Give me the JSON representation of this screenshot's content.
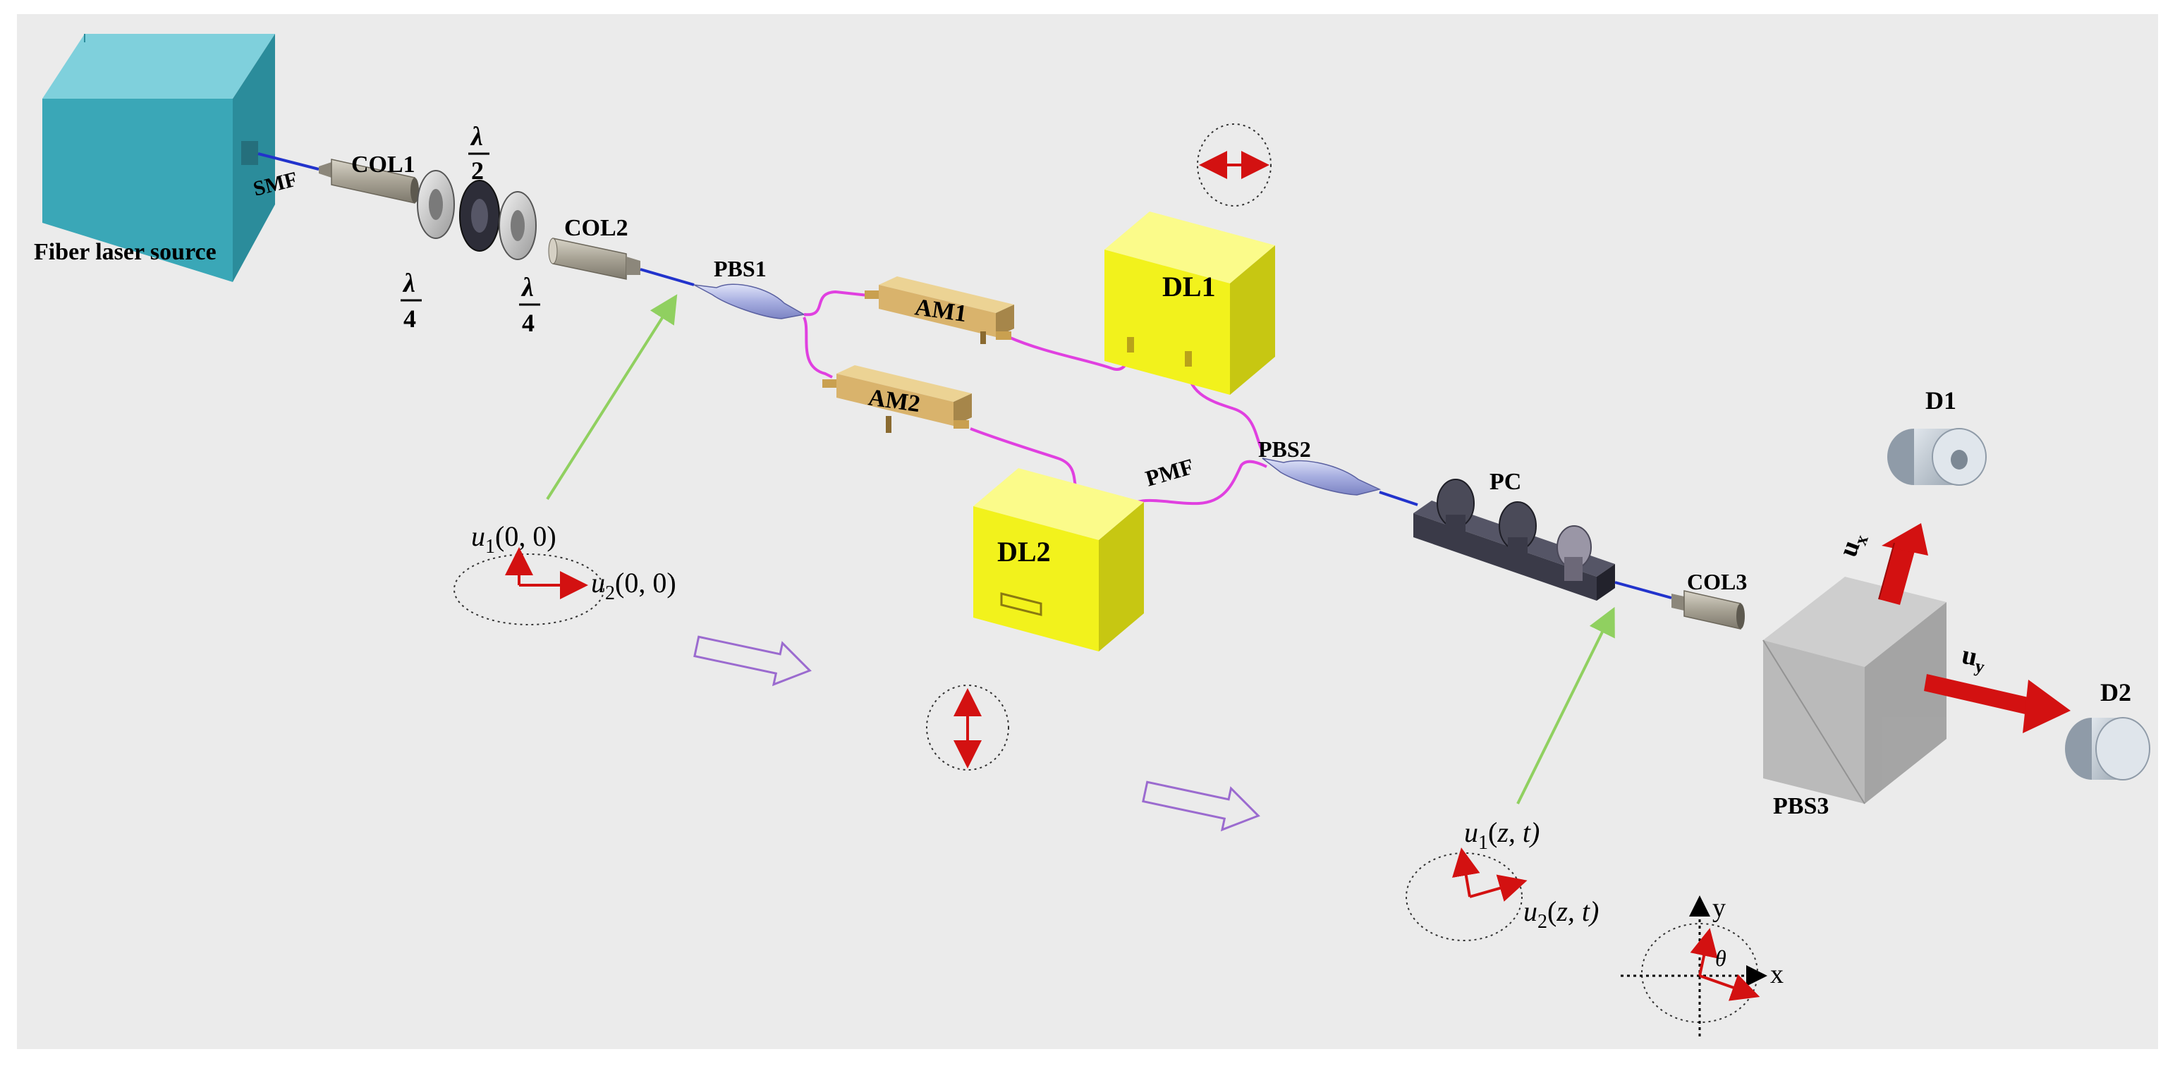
{
  "labels": {
    "source": "Fiber laser source",
    "smf": "SMF",
    "col1": "COL1",
    "col2": "COL2",
    "col3": "COL3",
    "pbs1": "PBS1",
    "pbs2": "PBS2",
    "pbs3": "PBS3",
    "am1": "AM1",
    "am2": "AM2",
    "dl1": "DL1",
    "dl2": "DL2",
    "pmf": "PMF",
    "pc": "PC",
    "d1": "D1",
    "d2": "D2",
    "lambda": "λ",
    "two": "2",
    "four": "4",
    "u": "u",
    "sub1": "1",
    "sub2": "2",
    "args_00": "(0, 0)",
    "args_zt": "(z, t)",
    "axis_x": "x",
    "axis_y": "y",
    "theta": "θ",
    "sub_x": "x",
    "sub_y": "y"
  },
  "colors": {
    "background": "#ebebeb",
    "laser_body": "#3aa7b7",
    "pmf_fiber": "#e040e0",
    "smf_fiber": "#2233cc",
    "delay_line": "#f2f21c",
    "modulator": "#d9b36c",
    "arrow_red": "#d31111",
    "arrow_green": "#90d060",
    "flow_arrow": "#9b6bcf",
    "pc_body": "#3a3a48"
  }
}
